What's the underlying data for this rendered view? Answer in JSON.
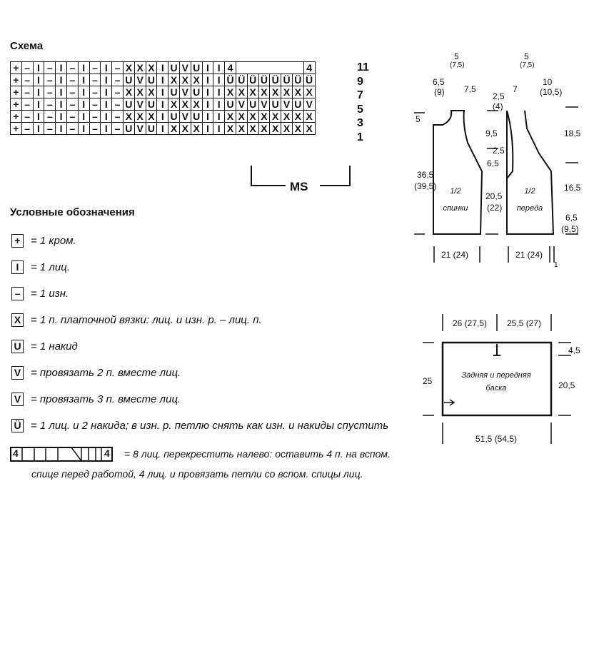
{
  "chart_title": "Схема",
  "chart": {
    "rows": [
      {
        "num": "11",
        "cells": [
          "+",
          "–",
          "I",
          "–",
          "I",
          "–",
          "I",
          "–",
          "I",
          "–",
          "X",
          "X",
          "X",
          "I",
          "U",
          "V",
          "U",
          "I",
          "I",
          "4",
          "",
          "",
          "",
          "",
          "",
          "",
          "4"
        ]
      },
      {
        "num": "9",
        "cells": [
          "+",
          "–",
          "I",
          "–",
          "I",
          "–",
          "I",
          "–",
          "I",
          "–",
          "U",
          "V",
          "U",
          "I",
          "X",
          "X",
          "X",
          "I",
          "I",
          "Ü",
          "Ü",
          "Ü",
          "Ü",
          "Ü",
          "Ü",
          "Ü",
          "Ü"
        ]
      },
      {
        "num": "7",
        "cells": [
          "+",
          "–",
          "I",
          "–",
          "I",
          "–",
          "I",
          "–",
          "I",
          "–",
          "X",
          "X",
          "X",
          "I",
          "U",
          "V",
          "U",
          "I",
          "I",
          "X",
          "X",
          "X",
          "X",
          "X",
          "X",
          "X",
          "X"
        ]
      },
      {
        "num": "5",
        "cells": [
          "+",
          "–",
          "I",
          "–",
          "I",
          "–",
          "I",
          "–",
          "I",
          "–",
          "U",
          "V",
          "U",
          "I",
          "X",
          "X",
          "X",
          "I",
          "I",
          "U",
          "V",
          "U",
          "V",
          "U",
          "V",
          "U",
          "V"
        ]
      },
      {
        "num": "3",
        "cells": [
          "+",
          "–",
          "I",
          "–",
          "I",
          "–",
          "I",
          "–",
          "I",
          "–",
          "X",
          "X",
          "X",
          "I",
          "U",
          "V",
          "U",
          "I",
          "I",
          "X",
          "X",
          "X",
          "X",
          "X",
          "X",
          "X",
          "X"
        ]
      },
      {
        "num": "1",
        "cells": [
          "+",
          "–",
          "I",
          "–",
          "I",
          "–",
          "I",
          "–",
          "I",
          "–",
          "U",
          "V",
          "U",
          "I",
          "X",
          "X",
          "X",
          "I",
          "I",
          "X",
          "X",
          "X",
          "X",
          "X",
          "X",
          "X",
          "X"
        ]
      }
    ],
    "ms_label": "MS"
  },
  "legend_title": "Условные обозначения",
  "legend": [
    {
      "symbol": "+",
      "text": "= 1 кром."
    },
    {
      "symbol": "I",
      "text": "= 1 лиц."
    },
    {
      "symbol": "–",
      "text": "= 1 изн."
    },
    {
      "symbol": "X",
      "text": "= 1 п. платочной вязки: лиц. и изн. р. – лиц. п."
    },
    {
      "symbol": "U",
      "text": "= 1 накид"
    },
    {
      "symbol": "V",
      "text": "= провязать 2 п. вместе лиц."
    },
    {
      "symbol": "V",
      "text": "= провязать 3 п. вместе лиц."
    },
    {
      "symbol": "Ü",
      "text": "= 1 лиц. и 2 накида; в изн. р. петлю снять как изн. и накиды спустить"
    }
  ],
  "cable_legend": {
    "start": "4",
    "end": "4",
    "line1": "= 8 лиц. перекрестить налево: оставить 4 п. на вспом.",
    "line2": "спице перед работой, 4 лиц. и провязать петли со вспом. спицы лиц."
  },
  "pattern": {
    "back_label_1": "1/2",
    "back_label_2": "спинки",
    "front_label_1": "1/2",
    "front_label_2": "переда",
    "yoke_label_1": "Задняя и передняя",
    "yoke_label_2": "баска",
    "dims": {
      "top5": "5",
      "top75": "(7,5)",
      "top5b": "5",
      "top75b": "(7,5)",
      "d65": "6,5",
      "d9": "(9)",
      "d75": "7,5",
      "d7": "7",
      "d10": "10",
      "d105": "(10,5)",
      "d25a": "2,5",
      "d4": "(4)",
      "left5": "5",
      "d95": "9,5",
      "d25b": "2,5",
      "d65b": "6,5",
      "d365": "36,5",
      "d395": "(39,5)",
      "d205": "20,5",
      "d22": "(22)",
      "r185": "18,5",
      "r165": "16,5",
      "r65": "6,5",
      "r95": "(9,5)",
      "w21a": "21 (24)",
      "w21b": "21 (24)",
      "w1": "1",
      "y26": "26 (27,5)",
      "y255": "25,5 (27)",
      "y25": "25",
      "y45": "4,5",
      "y205": "20,5",
      "y515": "51,5 (54,5)"
    }
  }
}
